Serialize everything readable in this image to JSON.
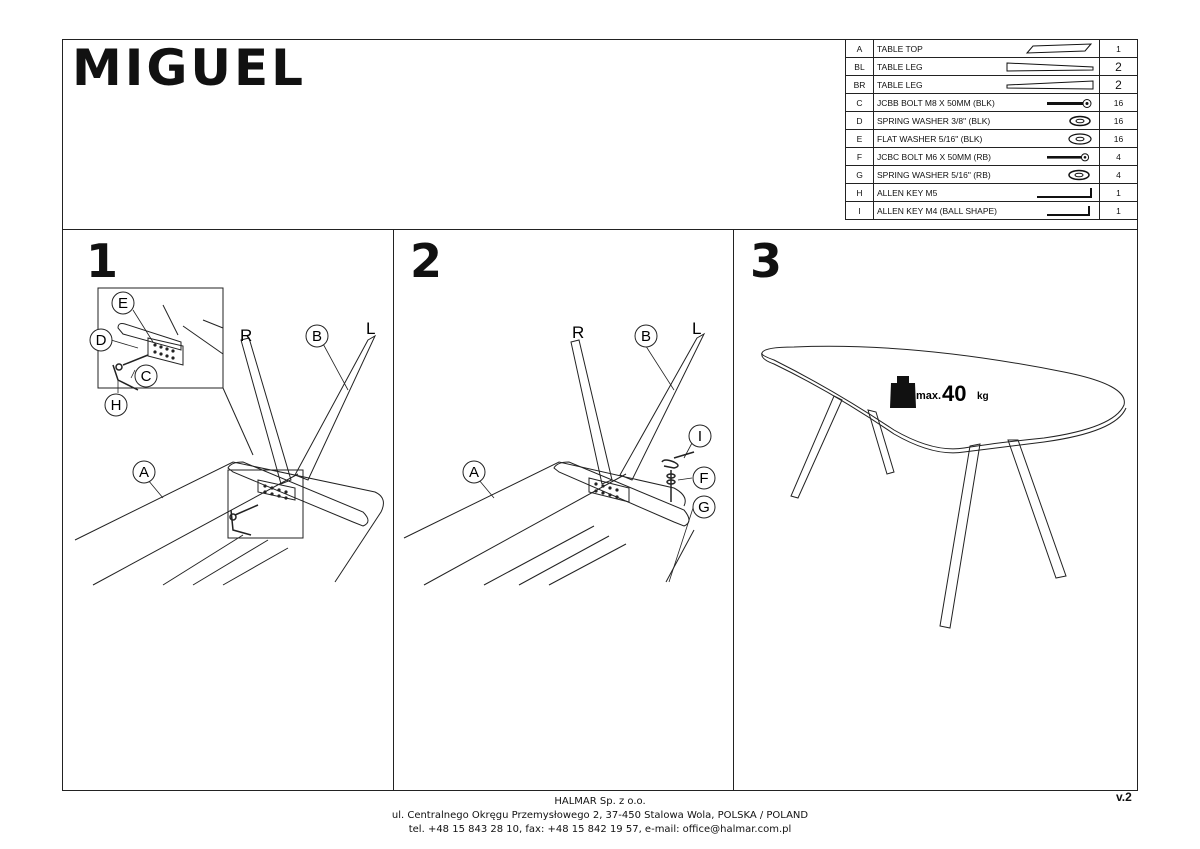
{
  "title": "MIGUEL",
  "parts": [
    {
      "code": "A",
      "name": "TABLE TOP",
      "qty": "1",
      "icon": "table-top-icon",
      "big": false
    },
    {
      "code": "BL",
      "name": "TABLE LEG",
      "qty": "2",
      "icon": "table-leg-icon",
      "big": true
    },
    {
      "code": "BR",
      "name": "TABLE LEG",
      "qty": "2",
      "icon": "table-leg-icon",
      "big": true
    },
    {
      "code": "C",
      "name": "JCBB BOLT  M8 X 50MM (BLK)",
      "qty": "16",
      "icon": "bolt-icon",
      "big": false
    },
    {
      "code": "D",
      "name": "SPRING WASHER 3/8\" (BLK)",
      "qty": "16",
      "icon": "spring-washer-icon",
      "big": false
    },
    {
      "code": "E",
      "name": "FLAT WASHER 5/16\" (BLK)",
      "qty": "16",
      "icon": "flat-washer-icon",
      "big": false
    },
    {
      "code": "F",
      "name": "JCBC BOLT M6 X 50MM (RB)",
      "qty": "4",
      "icon": "bolt-icon",
      "big": false
    },
    {
      "code": "G",
      "name": "SPRING WASHER 5/16\" (RB)",
      "qty": "4",
      "icon": "spring-washer-icon",
      "big": false
    },
    {
      "code": "H",
      "name": "ALLEN KEY M5",
      "qty": "1",
      "icon": "allen-key-icon",
      "big": false
    },
    {
      "code": "I",
      "name": "ALLEN KEY M4 (BALL SHAPE)",
      "qty": "1",
      "icon": "allen-key-icon",
      "big": false
    }
  ],
  "steps": {
    "s1": {
      "number": "1",
      "labels": {
        "e": "E",
        "d": "D",
        "c": "C",
        "h": "H",
        "r": "R",
        "b": "B",
        "l": "L",
        "a": "A"
      }
    },
    "s2": {
      "number": "2",
      "labels": {
        "r": "R",
        "b": "B",
        "l": "L",
        "i": "I",
        "a": "A",
        "f": "F",
        "g": "G"
      }
    },
    "s3": {
      "number": "3",
      "weight_prefix": "max.",
      "weight_value": "40",
      "weight_unit": "kg"
    }
  },
  "footer": {
    "company": "HALMAR Sp. z o.o.",
    "address": "ul. Centralnego Okręgu Przemysłowego 2, 37-450 Stalowa Wola, POLSKA / POLAND",
    "contact": "tel. +48 15 843 28 10, fax: +48 15 842 19 57, e-mail: office@halmar.com.pl"
  },
  "version": "v.2"
}
